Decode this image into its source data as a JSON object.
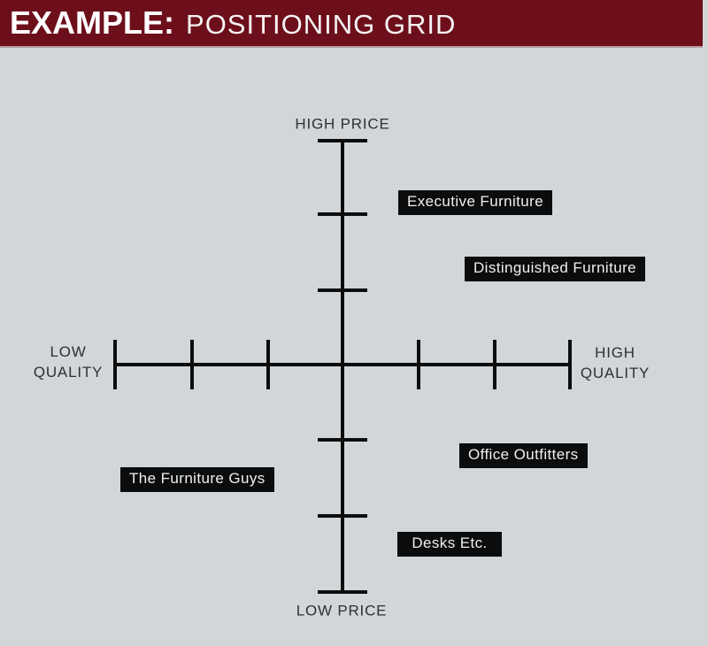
{
  "header": {
    "prefix": "EXAMPLE:",
    "title": "POSITIONING GRID",
    "bg_color": "#6d0f1b",
    "text_color": "#ffffff"
  },
  "colors": {
    "page_background": "#d2d6d9",
    "axis": "#0d0d0d",
    "brand_box_bg": "#0b0c0d",
    "brand_box_text": "#eef0f1"
  },
  "chart_data": {
    "type": "scatter",
    "title": "Positioning grid",
    "x_axis": {
      "left_label": "LOW\nQUALITY",
      "right_label": "HIGH\nQUALITY",
      "ticks_per_side": 3,
      "range": [
        -3,
        3
      ]
    },
    "y_axis": {
      "top_label": "HIGH PRICE",
      "bottom_label": "LOW PRICE",
      "ticks_per_side": 3,
      "range": [
        -3,
        3
      ]
    },
    "brands": [
      {
        "name": "Executive Furniture",
        "quality": 1.7,
        "price": 2.2
      },
      {
        "name": "Distinguished Furniture",
        "quality": 2.7,
        "price": 1.3
      },
      {
        "name": "Office Outfitters",
        "quality": 2.4,
        "price": -1.2
      },
      {
        "name": "The Furniture Guys",
        "quality": -1.9,
        "price": -1.5
      },
      {
        "name": "Desks Etc.",
        "quality": 1.4,
        "price": -2.3
      }
    ]
  }
}
